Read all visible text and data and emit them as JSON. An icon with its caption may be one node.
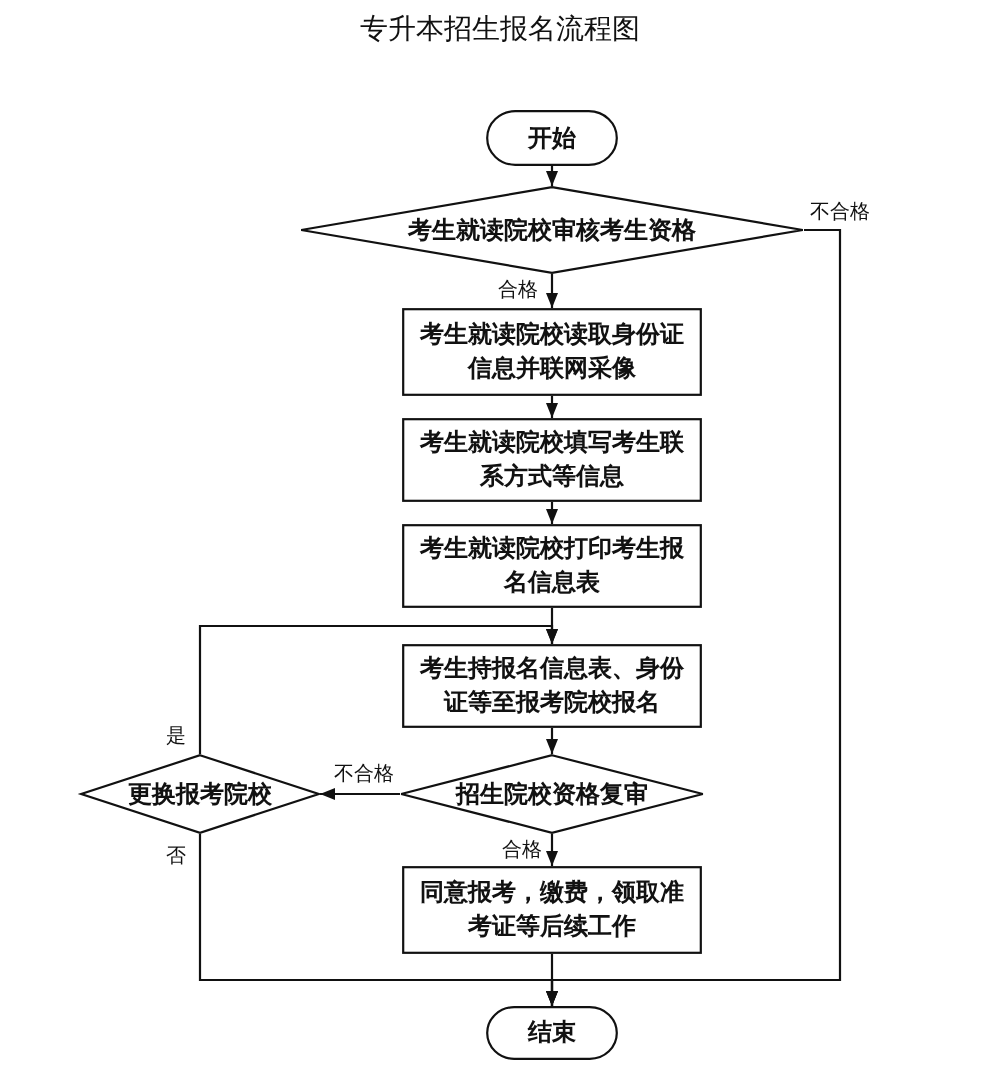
{
  "diagram": {
    "title": "专升本招生报名流程图",
    "nodes": [
      {
        "text": [
          "开始"
        ]
      },
      {
        "text": [
          "考生就读院校审核考生资格"
        ]
      },
      {
        "text": [
          "考生就读院校读取身份证信息并联网采像"
        ]
      },
      {
        "text": [
          "考生就读院校填写考生联系方式等信息"
        ]
      },
      {
        "text": [
          "考生就读院校打印考生报名信息表"
        ]
      },
      {
        "text": [
          "考生持报名信息表、身份证等至报考院校报名"
        ]
      },
      {
        "text": [
          "招生院校资格复审"
        ]
      },
      {
        "text": [
          "更换报考院校"
        ]
      },
      {
        "text": [
          "同意报考，缴费，领取准考证等后续工作"
        ]
      },
      {
        "text": [
          "结束"
        ]
      }
    ],
    "edges": [
      {
        "from": 0,
        "to": 1,
        "arrow": "to"
      },
      {
        "from": 1,
        "to": 2,
        "arrow": "to",
        "label": "合格"
      },
      {
        "from": 1,
        "to": 9,
        "arrow": "to",
        "label": "不合格"
      },
      {
        "from": 2,
        "to": 3,
        "arrow": "to"
      },
      {
        "from": 3,
        "to": 4,
        "arrow": "to"
      },
      {
        "from": 4,
        "to": 5,
        "arrow": "to"
      },
      {
        "from": 5,
        "to": 6,
        "arrow": "to"
      },
      {
        "from": 6,
        "to": 7,
        "arrow": "to",
        "label": "不合格"
      },
      {
        "from": 6,
        "to": 8,
        "arrow": "to",
        "label": "合格"
      },
      {
        "from": 7,
        "to": 5,
        "arrow": "to",
        "label": "是"
      },
      {
        "from": 7,
        "to": 9,
        "arrow": "to",
        "label": "否"
      },
      {
        "from": 8,
        "to": 9,
        "arrow": "to"
      }
    ]
  }
}
